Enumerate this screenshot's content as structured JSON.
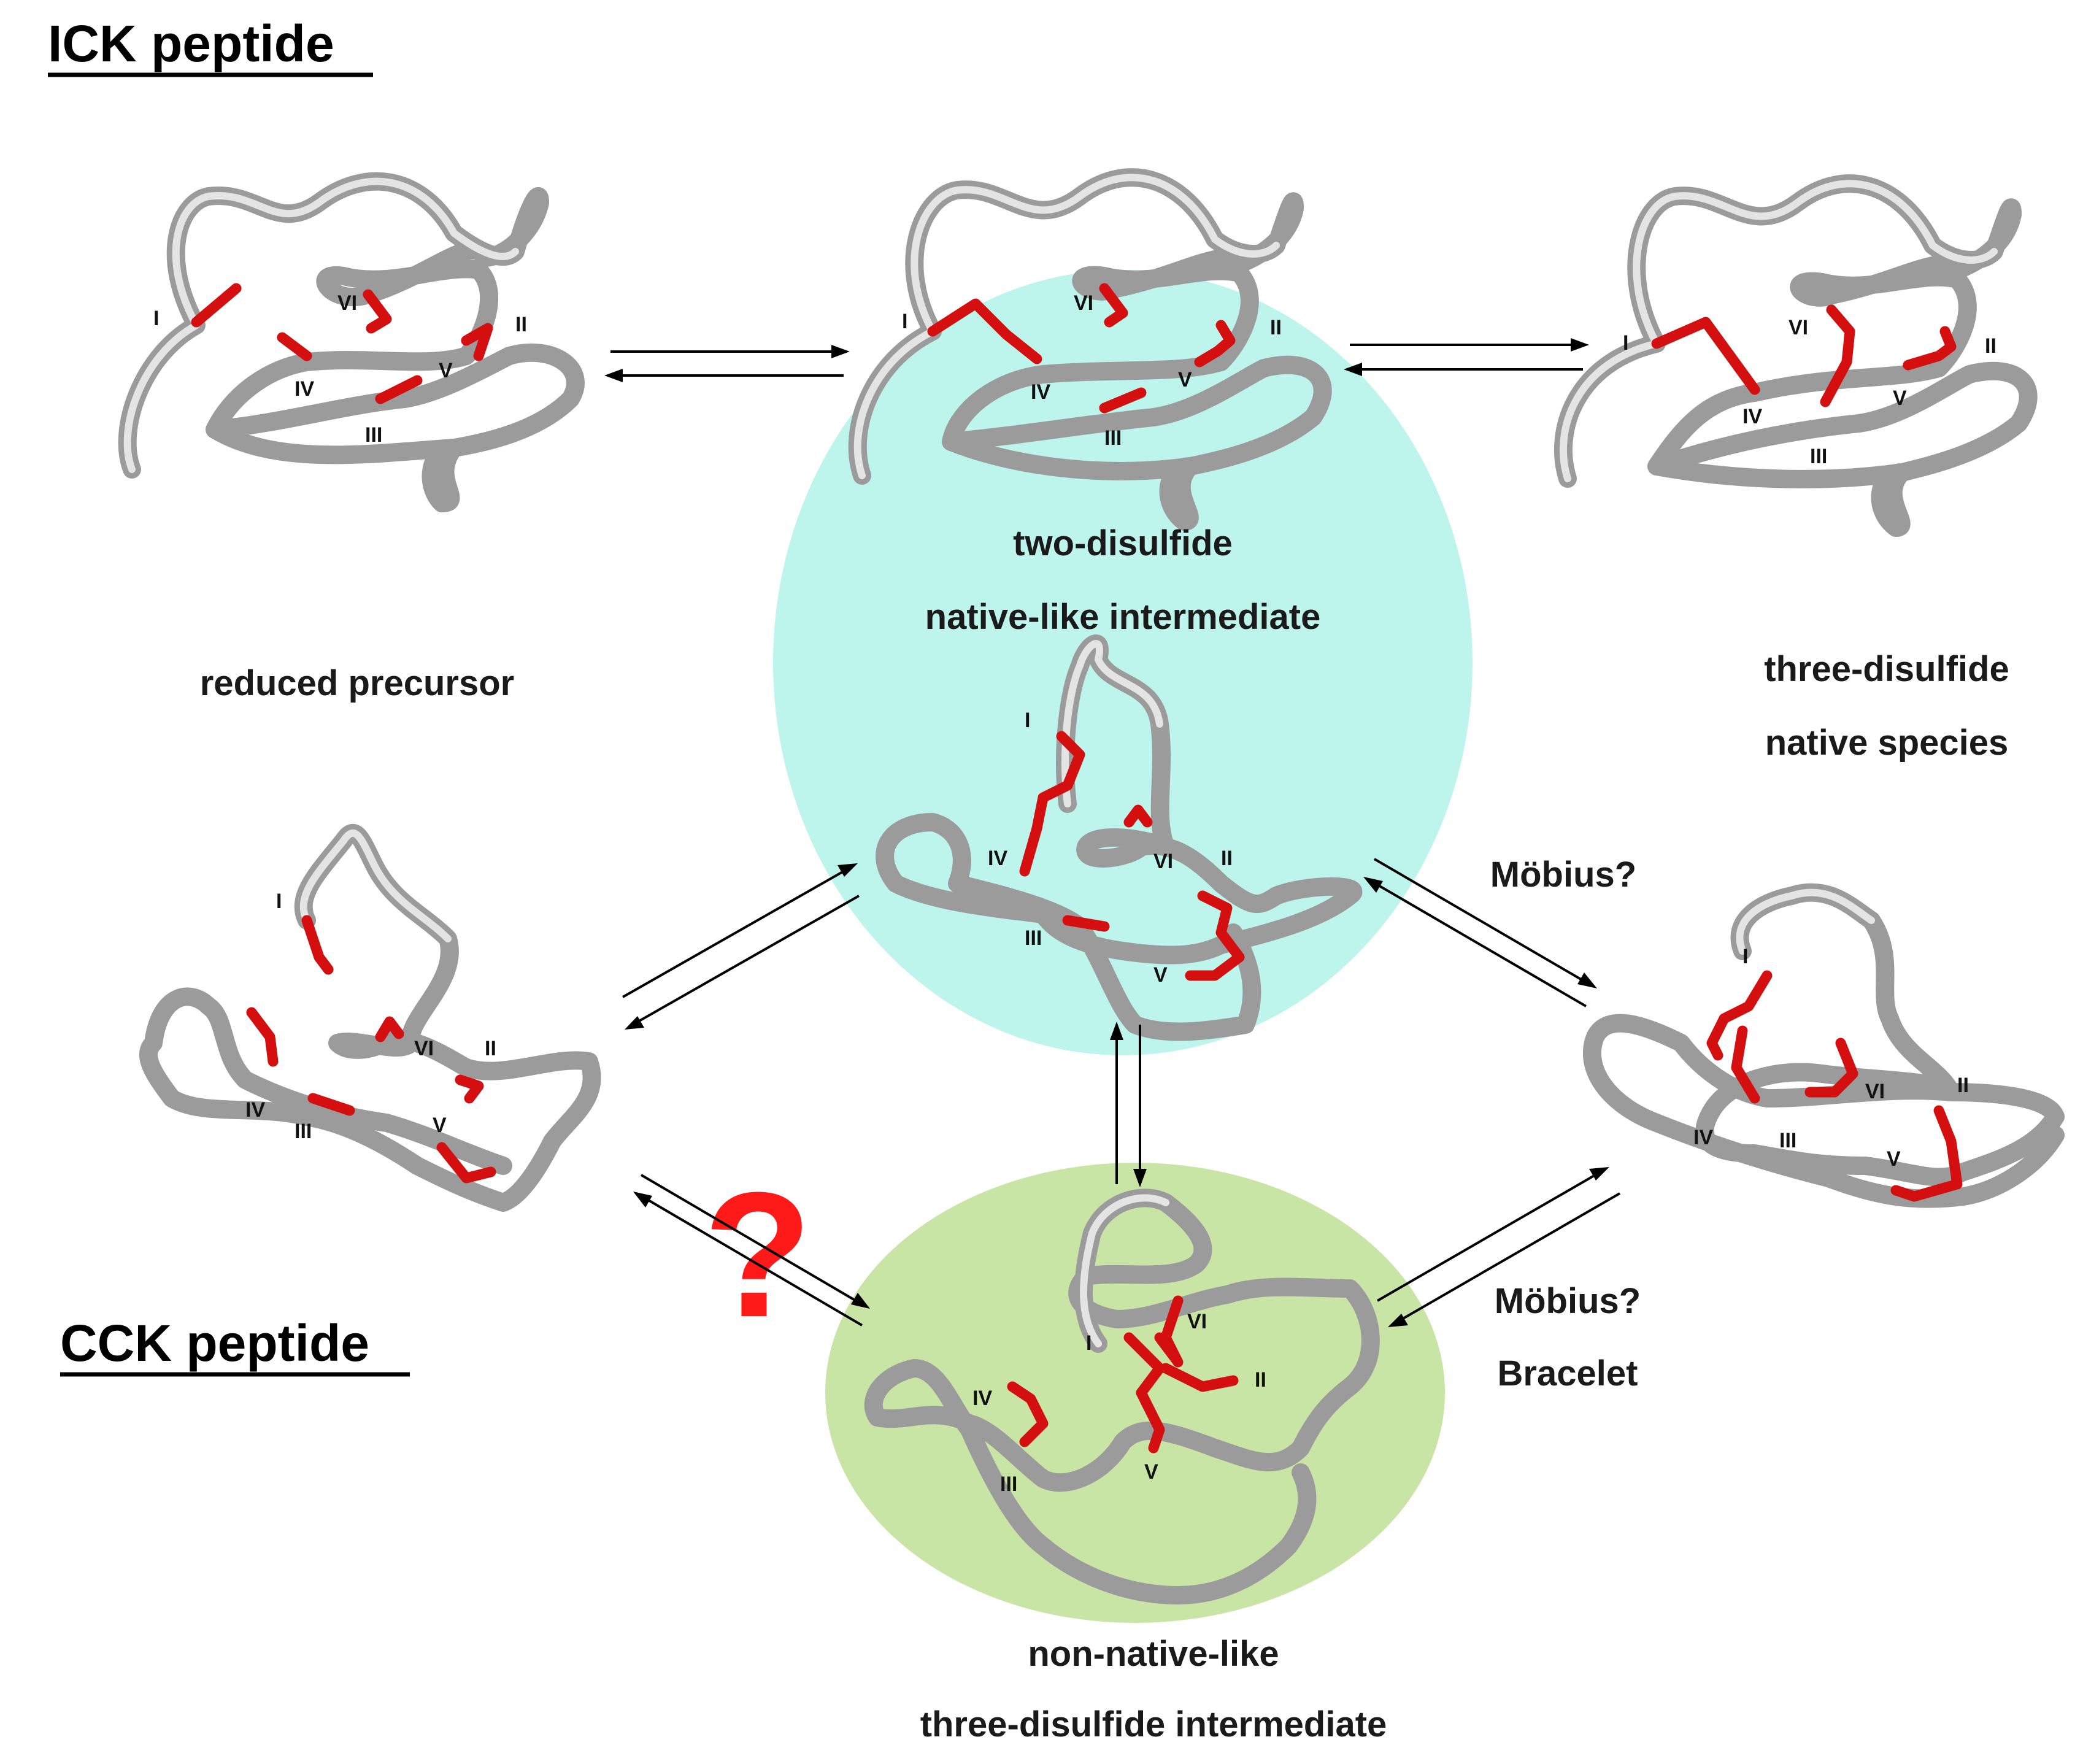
{
  "headings": {
    "ick": "ICK peptide",
    "cck": "CCK peptide"
  },
  "captions": {
    "reduced": "reduced precursor",
    "two_disulfide_1": "two-disulfide",
    "two_disulfide_2": "native-like intermediate",
    "native_1": "three-disulfide",
    "native_2": "native species",
    "mobius_upper": "Möbius?",
    "mobius_lower": "Möbius?",
    "bracelet": "Bracelet",
    "nonnative_1": "non-native-like",
    "nonnative_2": "three-disulfide intermediate"
  },
  "question_mark": "?",
  "cysteines": {
    "i": "I",
    "ii": "II",
    "iii": "III",
    "iv": "IV",
    "v": "V",
    "vi": "VI"
  },
  "colors": {
    "backbone": "#9b9b9b",
    "disulfide": "#d40f0f",
    "native_like_ellipse": "#bdf5ec",
    "non_native_ellipse": "#c9e5a6",
    "question_mark": "#ff1a1a"
  }
}
